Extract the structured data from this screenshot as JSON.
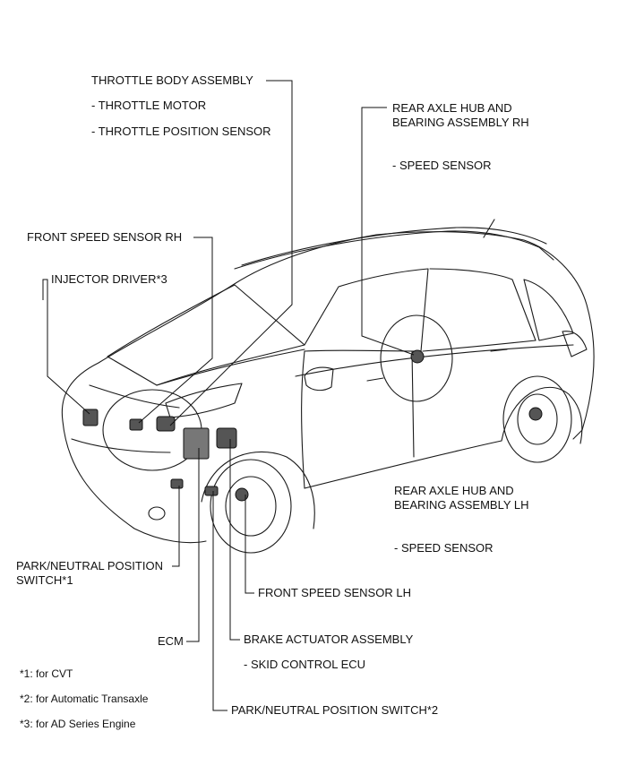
{
  "labels": {
    "throttle_body": "THROTTLE BODY ASSEMBLY",
    "throttle_motor": "- THROTTLE MOTOR",
    "throttle_position": "- THROTTLE POSITION SENSOR",
    "rear_rh_line1": "REAR AXLE HUB AND",
    "rear_rh_line2": "BEARING ASSEMBLY RH",
    "rear_rh_speed": "- SPEED SENSOR",
    "front_rh": "FRONT SPEED SENSOR RH",
    "injector": "INJECTOR DRIVER*3",
    "rear_lh_line1": "REAR AXLE HUB AND",
    "rear_lh_line2": "BEARING ASSEMBLY LH",
    "rear_lh_speed": "- SPEED SENSOR",
    "pn_cvt_line1": "PARK/NEUTRAL POSITION",
    "pn_cvt_line2": "SWITCH*1",
    "front_lh": "FRONT SPEED SENSOR LH",
    "ecm": "ECM",
    "brake_actuator": "BRAKE ACTUATOR ASSEMBLY",
    "skid_ecu": "- SKID CONTROL ECU",
    "pn_at": "PARK/NEUTRAL POSITION SWITCH*2"
  },
  "footnotes": {
    "n1": "*1: for CVT",
    "n2": "*2: for Automatic Transaxle",
    "n3": "*3: for AD Series Engine"
  }
}
